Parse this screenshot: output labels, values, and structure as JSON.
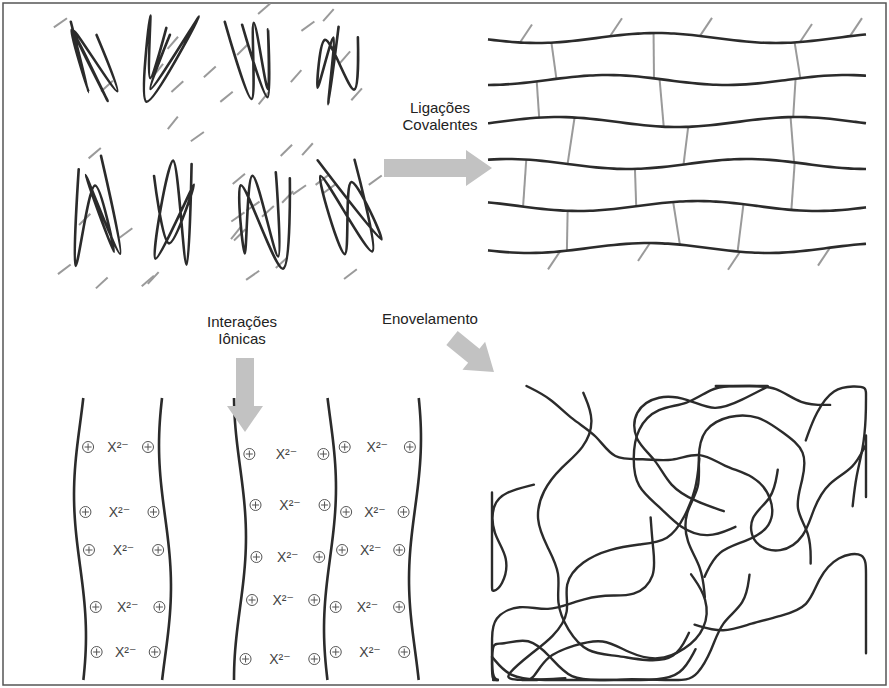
{
  "diagram": {
    "labels": [
      "Ligações Covalentes",
      "Interações Iônicas",
      "Enovelamento",
      "X²⁻",
      "X²⁻",
      "X²⁻",
      "X²⁻",
      "X²⁻",
      "X²⁻",
      "X²⁻",
      "X²⁻",
      "X²⁻",
      "X²⁻",
      "X²⁻",
      "X²⁻",
      "X²⁻",
      "X²⁻",
      "X²⁻"
    ]
  }
}
